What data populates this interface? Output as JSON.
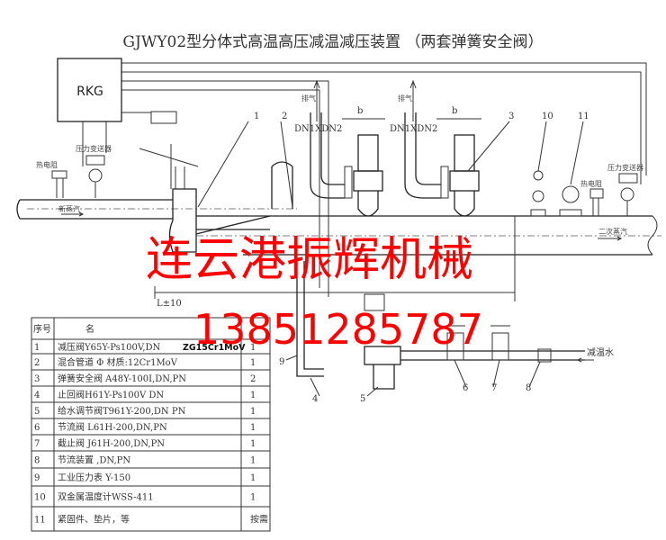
{
  "title": "GJWY02型分体式高温高压减温减压装置 （两套弹簧安全阀）",
  "controller_label": "RKG",
  "labels": {
    "inlet_steam": "新蒸汽",
    "outlet_steam": "二次蒸汽",
    "exhaust_1": "排气",
    "exhaust_2": "排气",
    "dim_b_1": "b",
    "dim_b_2": "b",
    "dn_1": "DN1XDN2",
    "dn_2": "DN1XDN2",
    "length": "L±10",
    "pressure_transmitter_left": "压力变送器",
    "pressure_transmitter_right": "压力变送器",
    "thermal_resistor_left": "热电阻",
    "thermal_resistor_right": "热电阻",
    "cooling_water": "减温水"
  },
  "callouts": [
    "1",
    "2",
    "3",
    "4",
    "5",
    "6",
    "7",
    "8",
    "9",
    "10",
    "11"
  ],
  "watermark": {
    "company": "连云港振辉机械",
    "phone": "13851285787"
  },
  "parts_table": {
    "headers": [
      "序号",
      "名"
    ],
    "rows": [
      {
        "no": "1",
        "name": "减压阀Y65Y-Ps100V,DN",
        "extra": "ZG15Cr1MoV",
        "qty": "1"
      },
      {
        "no": "2",
        "name": "混合管道 Φ 材质:12Cr1MoV",
        "extra": "",
        "qty": "1"
      },
      {
        "no": "3",
        "name": "弹簧安全阀 A48Y-100I,DN,PN",
        "extra": "",
        "qty": "2"
      },
      {
        "no": "4",
        "name": "止回阀H61Y-Ps100V  DN",
        "extra": "",
        "qty": "1"
      },
      {
        "no": "5",
        "name": "给水调节阀T961Y-200,DN PN",
        "extra": "",
        "qty": "1"
      },
      {
        "no": "6",
        "name": "节流阀 L61H-200,DN,PN",
        "extra": "",
        "qty": "1"
      },
      {
        "no": "7",
        "name": "截止阀 J61H-200,DN,PN",
        "extra": "",
        "qty": "1"
      },
      {
        "no": "8",
        "name": "节流装置 ,DN,PN",
        "extra": "",
        "qty": "1"
      },
      {
        "no": "9",
        "name": "工业压力表 Y-150",
        "extra": "",
        "qty": "1"
      },
      {
        "no": "10",
        "name": "双金属温度计WSS-411",
        "extra": "",
        "qty": "1"
      },
      {
        "no": "11",
        "name": "紧固件、垫片，等",
        "extra": "",
        "qty": "按需"
      }
    ]
  }
}
